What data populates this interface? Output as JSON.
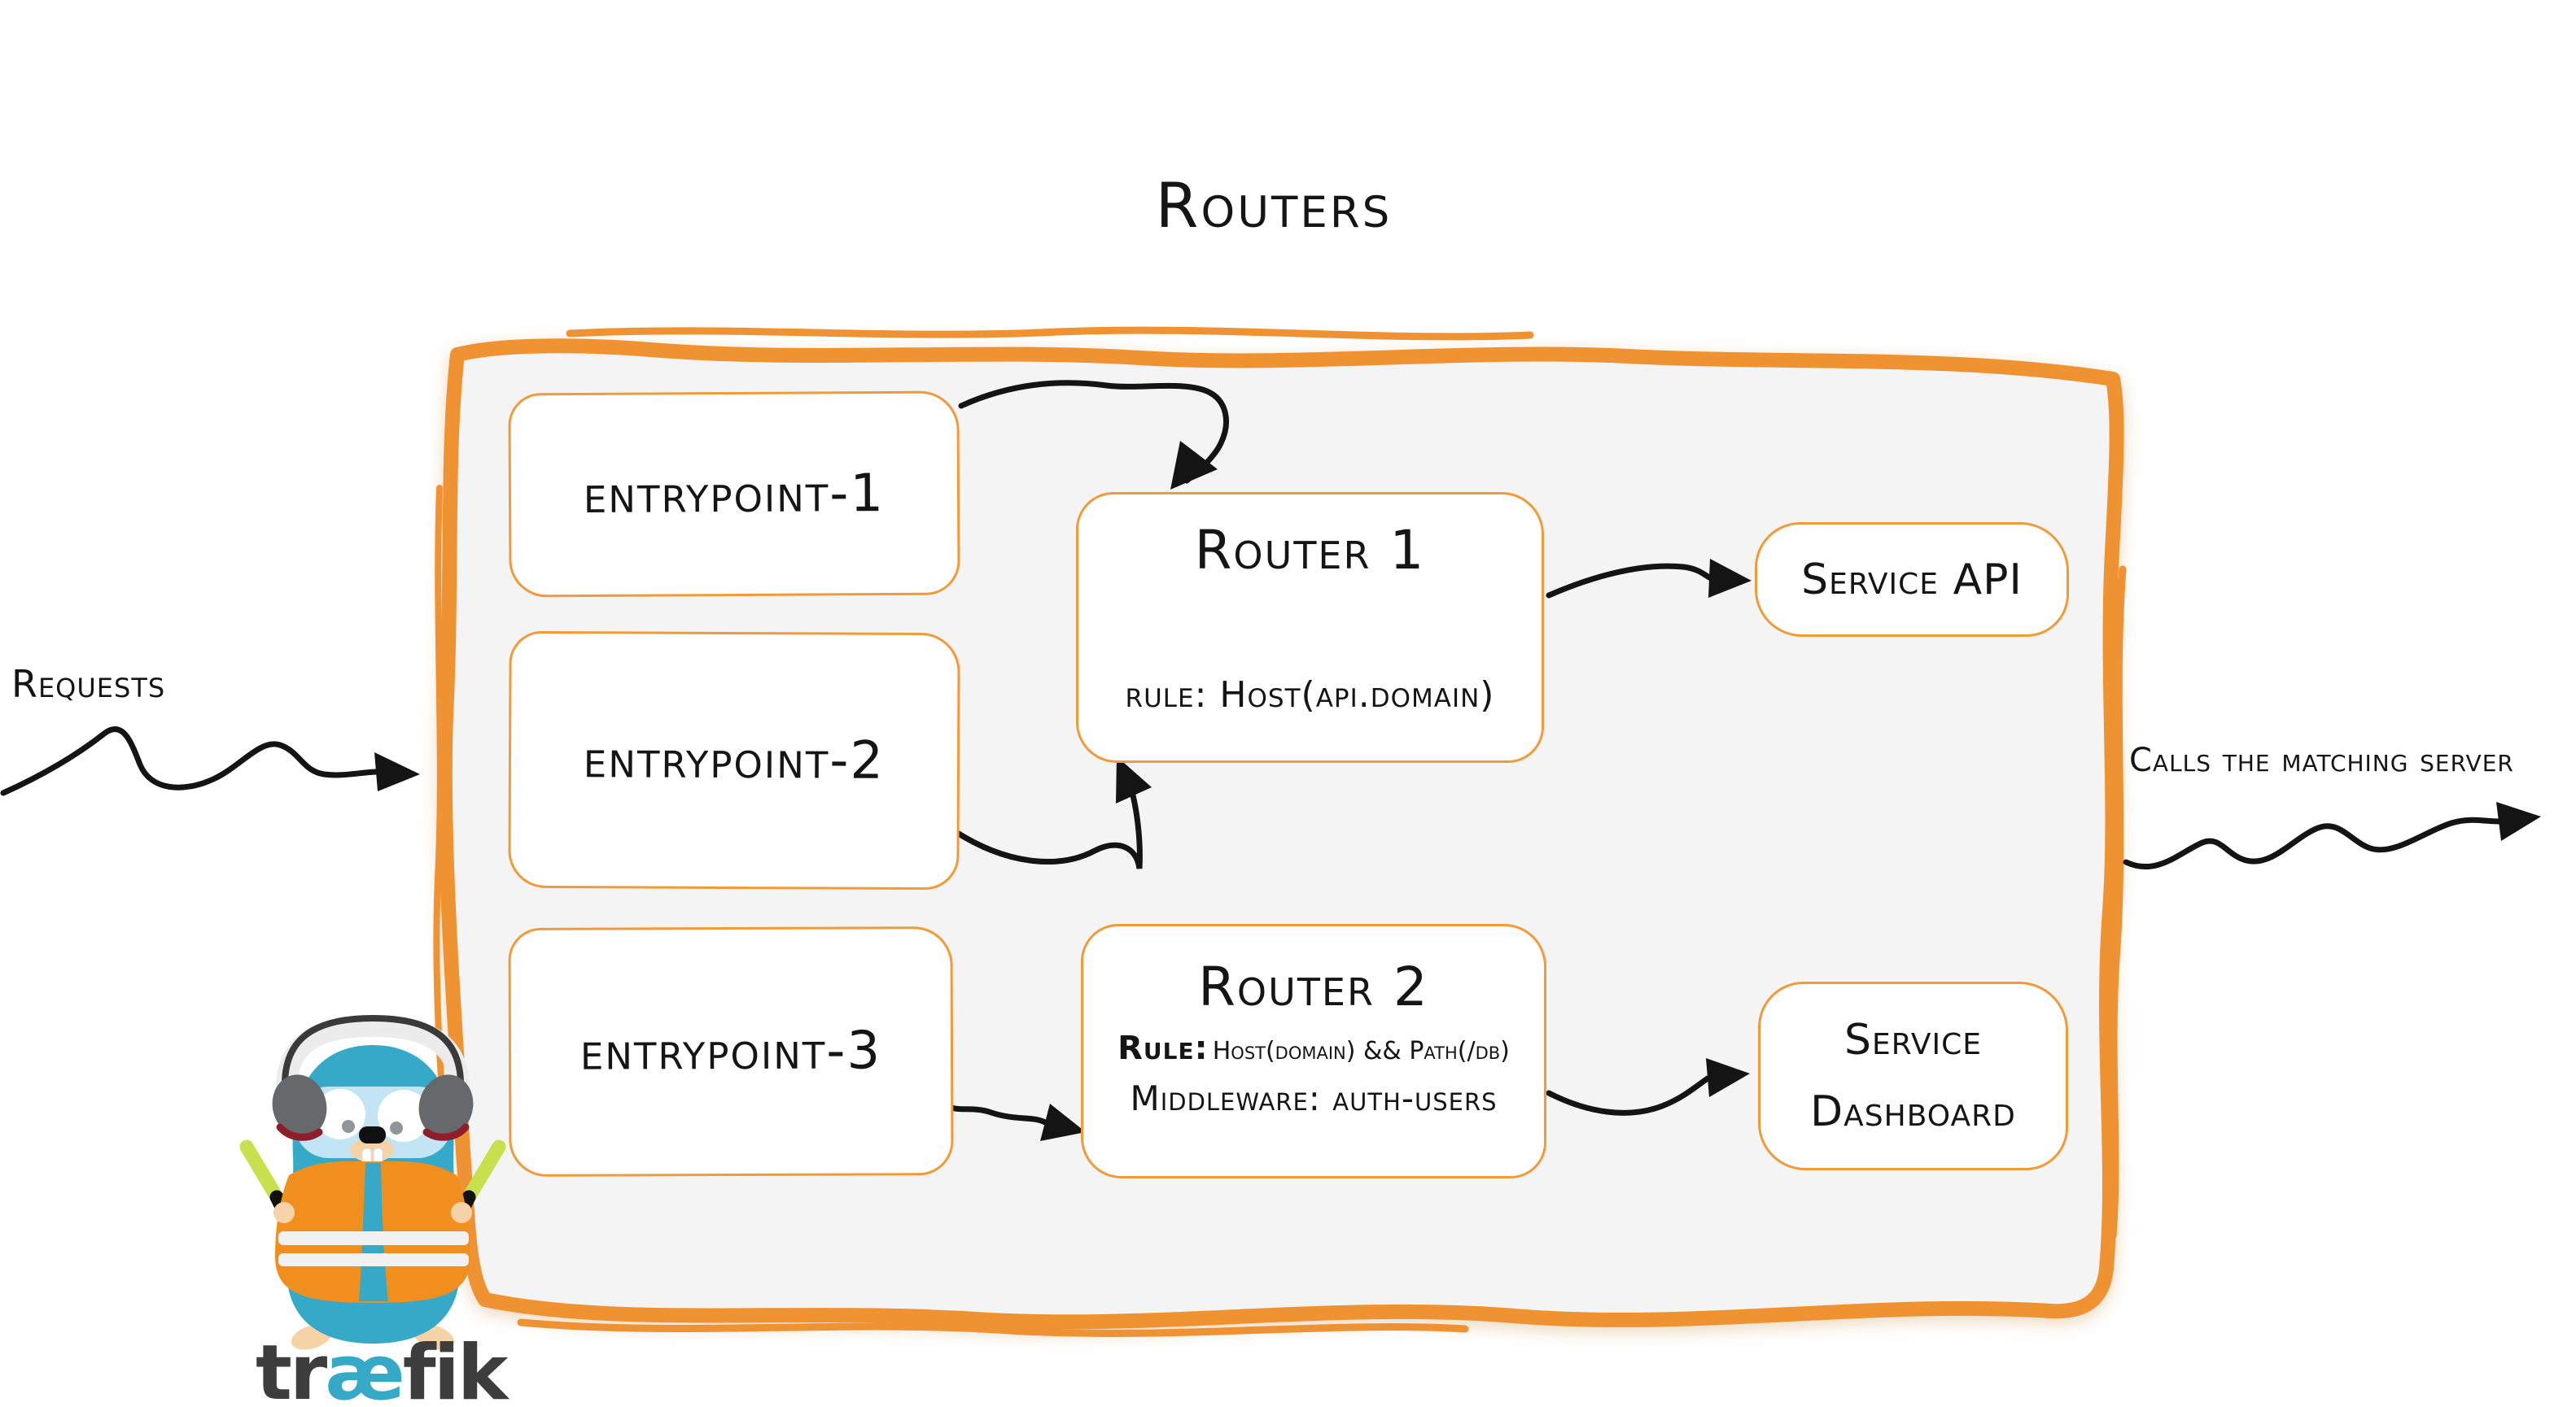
{
  "title": "Routers",
  "side_labels": {
    "requests": "Requests",
    "calls_server": "Calls the matching server"
  },
  "entrypoints": [
    {
      "label": "entrypoint-1"
    },
    {
      "label": "entrypoint-2"
    },
    {
      "label": "entrypoint-3"
    }
  ],
  "routers": [
    {
      "title": "Router 1",
      "rule": "rule: Host(api.domain)"
    },
    {
      "title": "Router 2",
      "rule_label": "Rule:",
      "rule_value": "Host(domain) && Path(/db)",
      "middleware": "Middleware: auth-users"
    }
  ],
  "services": [
    {
      "label": "Service API"
    },
    {
      "line1": "Service",
      "line2": "Dashboard"
    }
  ],
  "brand": {
    "pre": "tr",
    "ligature": "æ",
    "post": "fik"
  },
  "colors": {
    "panel_border_orange": "#ef9233",
    "node_border_orange": "#f09b3a",
    "panel_fill": "#f4f4f4",
    "ink": "#151515",
    "gopher_teal": "#36a9c9",
    "vest_orange": "#f18f1e",
    "glow_stick_green": "#c8e04e",
    "brand_gray": "#3d3d3d"
  }
}
